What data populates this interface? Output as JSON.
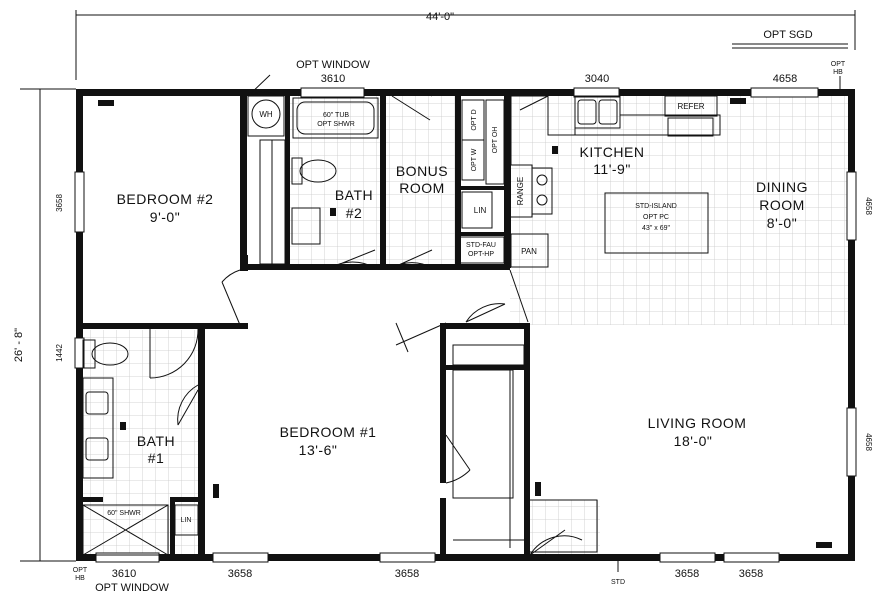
{
  "dimensions": {
    "overall_width": "44'-0\"",
    "overall_depth": "26' - 8\"",
    "left_top": "3658",
    "left_bottom": "1442"
  },
  "rooms": {
    "bedroom2": {
      "name": "BEDROOM #2",
      "size": "9'-0\""
    },
    "bath2": {
      "name": "BATH",
      "num": "#2"
    },
    "bonus": {
      "name": "BONUS",
      "name2": "ROOM"
    },
    "kitchen": {
      "name": "KITCHEN",
      "size": "11'-9\""
    },
    "dining": {
      "name": "DINING",
      "name2": "ROOM",
      "size": "8'-0\""
    },
    "bedroom1": {
      "name": "BEDROOM #1",
      "size": "13'-6\""
    },
    "bath1": {
      "name": "BATH",
      "num": "#1"
    },
    "living": {
      "name": "LIVING ROOM",
      "size": "18'-0\""
    }
  },
  "fixtures": {
    "wh": "WH",
    "tub_line1": "60\" TUB",
    "tub_line2": "OPT SHWR",
    "opt_d": "OPT D",
    "opt_w": "OPT W",
    "opt_oh": "OPT OH",
    "lin": "LIN",
    "fau_line1": "STD-FAU",
    "fau_line2": "OPT-HP",
    "range": "RANGE",
    "pan": "PAN",
    "refer": "REFER",
    "island_line1": "STD-ISLAND",
    "island_line2": "OPT PC",
    "island_line3": "43\" x 69\"",
    "shower1": "60\" SHWR",
    "lin1": "LIN"
  },
  "windows": {
    "opt_window_top": "OPT WINDOW",
    "top_3610": "3610",
    "top_3040": "3040",
    "top_4658": "4658",
    "opt_sgd": "OPT SGD",
    "opt_hb_top_1": "OPT",
    "opt_hb_top_2": "HB",
    "right_top": "4658",
    "right_bottom": "4658",
    "bottom_3610": "3610",
    "bottom_opt_window": "OPT WINDOW",
    "bottom_opt_hb_1": "OPT",
    "bottom_opt_hb_2": "HB",
    "bottom_3658_a": "3658",
    "bottom_3658_b": "3658",
    "std": "STD",
    "bottom_3658_c": "3658",
    "bottom_3658_d": "3658"
  }
}
